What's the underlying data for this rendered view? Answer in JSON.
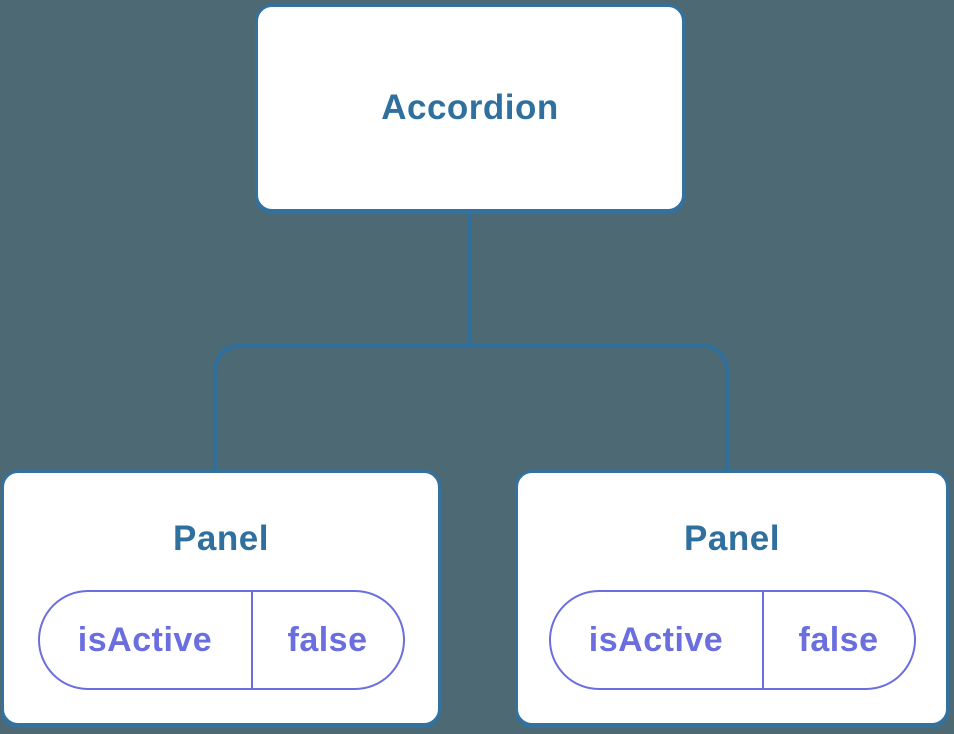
{
  "diagram": {
    "root": {
      "label": "Accordion"
    },
    "children": [
      {
        "label": "Panel",
        "state": {
          "key": "isActive",
          "value": "false"
        }
      },
      {
        "label": "Panel",
        "state": {
          "key": "isActive",
          "value": "false"
        }
      }
    ],
    "colors": {
      "background": "#4D6973",
      "node_fill": "#FFFFFF",
      "node_border": "#33719F",
      "node_text": "#2F709F",
      "connector": "#2E6F9E",
      "state_accent": "#6A6EDE"
    }
  }
}
